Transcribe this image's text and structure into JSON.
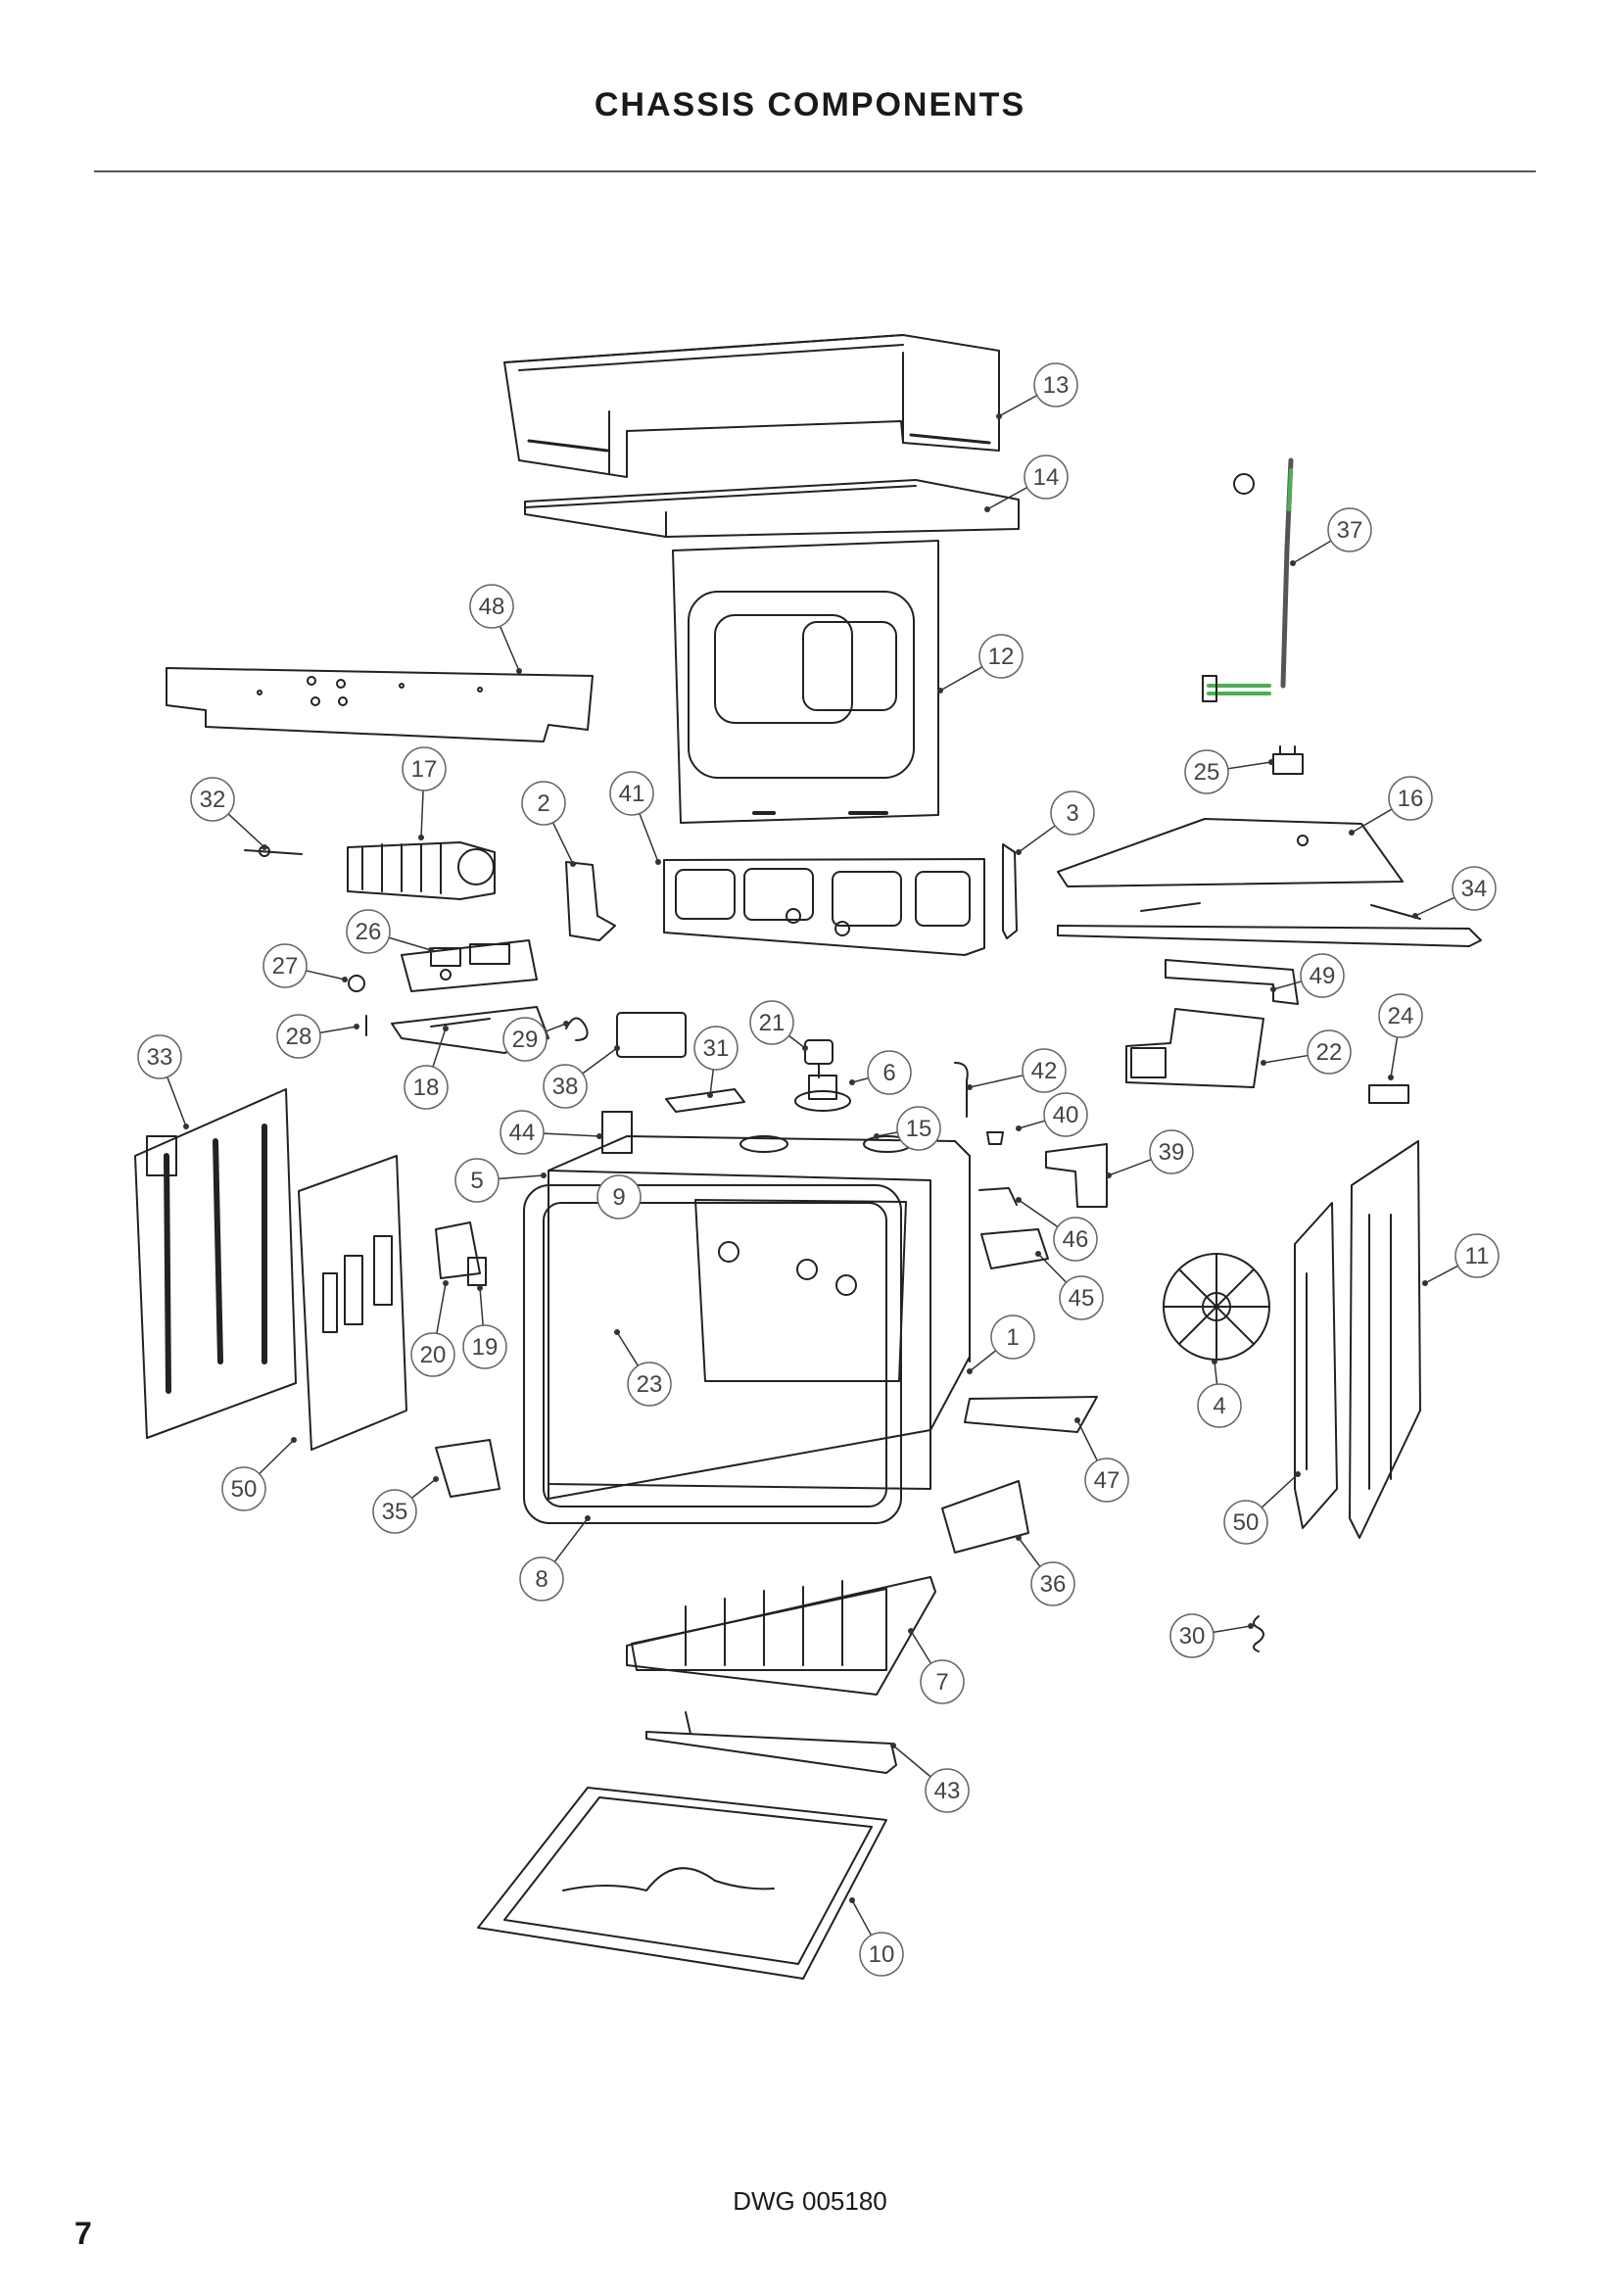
{
  "page": {
    "title": "CHASSIS COMPONENTS",
    "drawing_code": "DWG 005180",
    "page_number": "7"
  },
  "diagram": {
    "type": "exploded-parts-view",
    "callouts": [
      {
        "label": "1"
      },
      {
        "label": "2"
      },
      {
        "label": "3"
      },
      {
        "label": "4"
      },
      {
        "label": "5"
      },
      {
        "label": "6"
      },
      {
        "label": "7"
      },
      {
        "label": "8"
      },
      {
        "label": "9"
      },
      {
        "label": "10"
      },
      {
        "label": "11"
      },
      {
        "label": "12"
      },
      {
        "label": "13"
      },
      {
        "label": "14"
      },
      {
        "label": "15"
      },
      {
        "label": "16"
      },
      {
        "label": "17"
      },
      {
        "label": "18"
      },
      {
        "label": "19"
      },
      {
        "label": "20"
      },
      {
        "label": "21"
      },
      {
        "label": "22"
      },
      {
        "label": "23"
      },
      {
        "label": "24"
      },
      {
        "label": "25"
      },
      {
        "label": "26"
      },
      {
        "label": "27"
      },
      {
        "label": "28"
      },
      {
        "label": "29"
      },
      {
        "label": "30"
      },
      {
        "label": "31"
      },
      {
        "label": "32"
      },
      {
        "label": "33"
      },
      {
        "label": "34"
      },
      {
        "label": "35"
      },
      {
        "label": "36"
      },
      {
        "label": "37"
      },
      {
        "label": "38"
      },
      {
        "label": "39"
      },
      {
        "label": "40"
      },
      {
        "label": "41"
      },
      {
        "label": "42"
      },
      {
        "label": "43"
      },
      {
        "label": "44"
      },
      {
        "label": "45"
      },
      {
        "label": "46"
      },
      {
        "label": "47"
      },
      {
        "label": "48"
      },
      {
        "label": "49"
      },
      {
        "label": "50"
      },
      {
        "label": "50"
      }
    ]
  }
}
